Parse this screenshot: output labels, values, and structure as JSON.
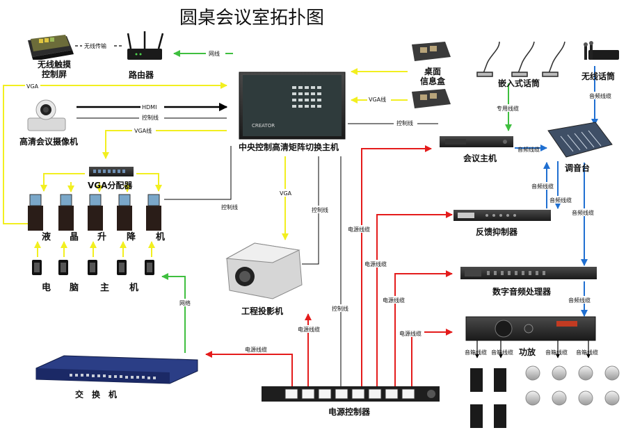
{
  "title": "圆桌会议室拓扑图",
  "devices": {
    "touch_panel": "无线触摸\n控制屏",
    "router": "路由器",
    "matrix": "中央控制高清矩阵切换主机",
    "desktop_box": "桌面\n信息盒",
    "embedded_mic": "嵌入式话筒",
    "wireless_mic": "无线话筒",
    "camera": "高清会议摄像机",
    "vga_splitter": "VGA分配器",
    "conference_host": "会议主机",
    "mixer": "调音台",
    "feedback_suppressor": "反馈抑制器",
    "dsp": "数字音频处理器",
    "amplifier": "功放",
    "projector": "工程投影机",
    "switch": "交　换　机",
    "power_controller": "电源控制器",
    "lcd_lift": [
      "液",
      "晶",
      "升",
      "降",
      "机"
    ],
    "pc": [
      "电",
      "脑",
      "主",
      "机"
    ]
  },
  "matrix_brand": "CREATOR",
  "links": {
    "wireless": "无线传输",
    "network": "网线",
    "vga": "VGA",
    "hdmi": "HDMI",
    "control": "控制线",
    "vga_line": "VGA线",
    "dedicated": "专用线缆",
    "audio": "音频线缆",
    "power": "电源线缆",
    "lan": "网络",
    "speaker": "音箱线缆"
  },
  "colors": {
    "yellow": "#f2ef1f",
    "green": "#3fbf3f",
    "red": "#e41b1b",
    "blue": "#1f6fd1",
    "black": "#000000"
  }
}
